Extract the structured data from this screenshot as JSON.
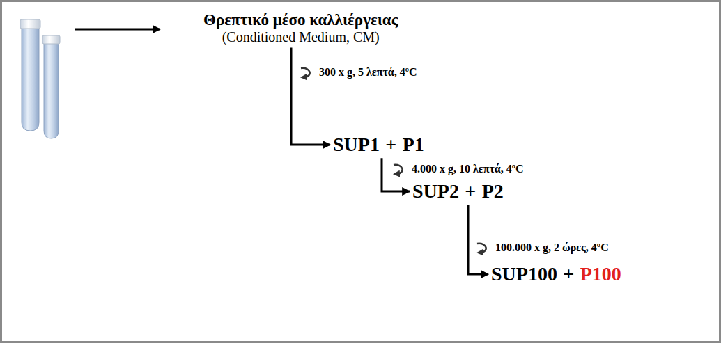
{
  "diagram": {
    "nodes": [
      {
        "text": [
          "Θρεπτικό μέσο καλλιέργειας",
          "(Conditioned Medium, CM)"
        ]
      },
      {
        "text": [
          "SUP1",
          "+",
          "P1"
        ]
      },
      {
        "text": [
          "SUP2",
          "+",
          "P2"
        ]
      },
      {
        "text": [
          "SUP100",
          "+",
          "P100"
        ]
      }
    ],
    "edges": [
      {
        "from": 0,
        "to": 1,
        "arrow": "to",
        "label": "300 x g, 5 λεπτά, 4ºC"
      },
      {
        "from": 1,
        "to": 2,
        "arrow": "to",
        "label": "4.000 x g, 10 λεπτά, 4ºC"
      },
      {
        "from": 2,
        "to": 3,
        "arrow": "to",
        "label": "100.000 x g, 2 ώρες, 4ºC"
      }
    ]
  }
}
